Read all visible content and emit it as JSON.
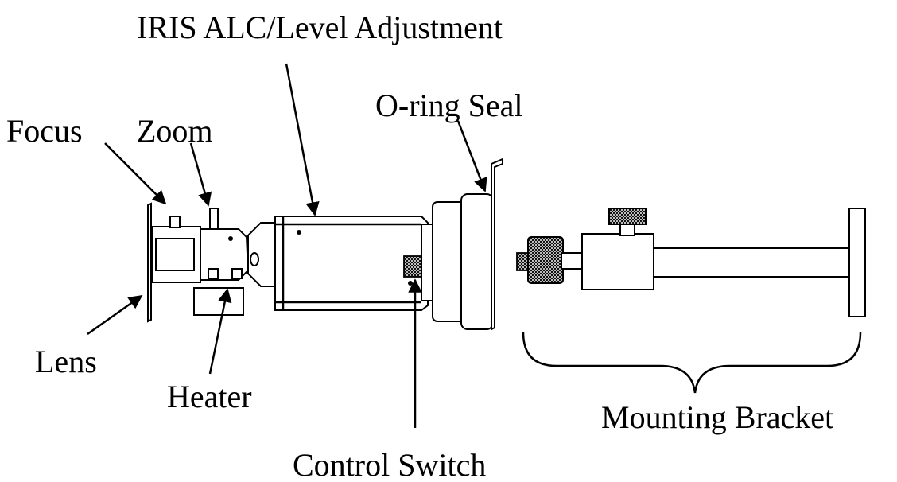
{
  "labels": {
    "iris": "IRIS ALC/Level Adjustment",
    "oring": "O-ring Seal",
    "focus": "Focus",
    "zoom": "Zoom",
    "lens": "Lens",
    "heater": "Heater",
    "mounting": "Mounting Bracket",
    "control": "Control Switch"
  }
}
